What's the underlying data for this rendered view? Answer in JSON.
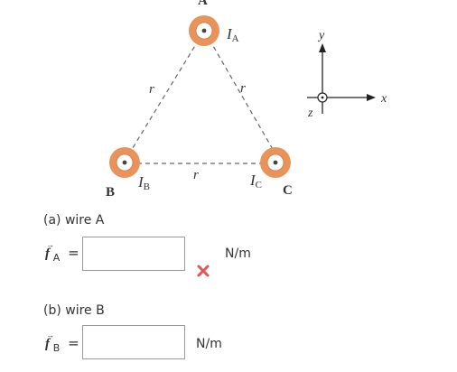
{
  "diagram": {
    "wires": [
      {
        "name": "A",
        "current_label": "I",
        "current_sub": "A"
      },
      {
        "name": "B",
        "current_label": "I",
        "current_sub": "B"
      },
      {
        "name": "C",
        "current_label": "I",
        "current_sub": "C"
      }
    ],
    "side_label": "r",
    "axes": {
      "x": "x",
      "y": "y",
      "z": "z"
    },
    "colors": {
      "wire": "#e9935a",
      "wire_inner": "#ffffff",
      "dot": "#444444",
      "dash": "#666666",
      "wrong": "#e05555"
    }
  },
  "parts": [
    {
      "label": "(a) wire A",
      "symbol": "f",
      "sub": "A",
      "equals": "=",
      "value": "",
      "unit": "N/m",
      "status_icon": "wrong-x-icon"
    },
    {
      "label": "(b) wire B",
      "symbol": "f",
      "sub": "B",
      "equals": "=",
      "value": "",
      "unit": "N/m"
    }
  ]
}
